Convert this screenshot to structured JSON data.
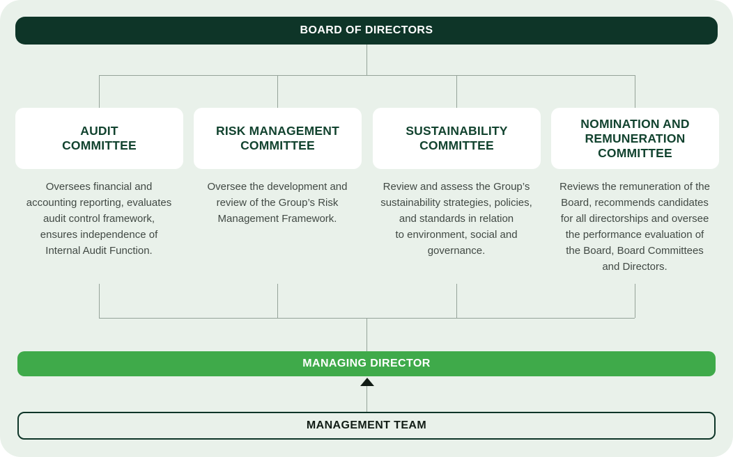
{
  "palette": {
    "bg": "#e9f1ea",
    "dark-green": "#0e3528",
    "mid-green": "#3faa4a",
    "title-green": "#12432f",
    "body-text": "#414944",
    "line-color": "#95a399",
    "near-black": "#111c15"
  },
  "board": {
    "label": "BOARD OF DIRECTORS"
  },
  "committees": [
    {
      "title": "AUDIT\nCOMMITTEE",
      "description": "Oversees financial and\naccounting reporting, evaluates\naudit control framework,\nensures independence of\nInternal Audit Function."
    },
    {
      "title": "RISK MANAGEMENT\nCOMMITTEE",
      "description": "Oversee the development and\nreview of the Group’s Risk\nManagement Framework."
    },
    {
      "title": "SUSTAINABILITY\nCOMMITTEE",
      "description": "Review and assess the Group’s\nsustainability strategies, policies,\nand standards in relation\nto environment, social and\ngovernance."
    },
    {
      "title": "NOMINATION AND\nREMUNERATION\nCOMMITTEE",
      "description": "Reviews the remuneration of the\nBoard, recommends candidates\nfor all directorships and oversee\nthe performance evaluation of\nthe Board, Board Committees\nand Directors."
    }
  ],
  "managing_director": {
    "label": "MANAGING DIRECTOR"
  },
  "management_team": {
    "label": "MANAGEMENT TEAM"
  }
}
